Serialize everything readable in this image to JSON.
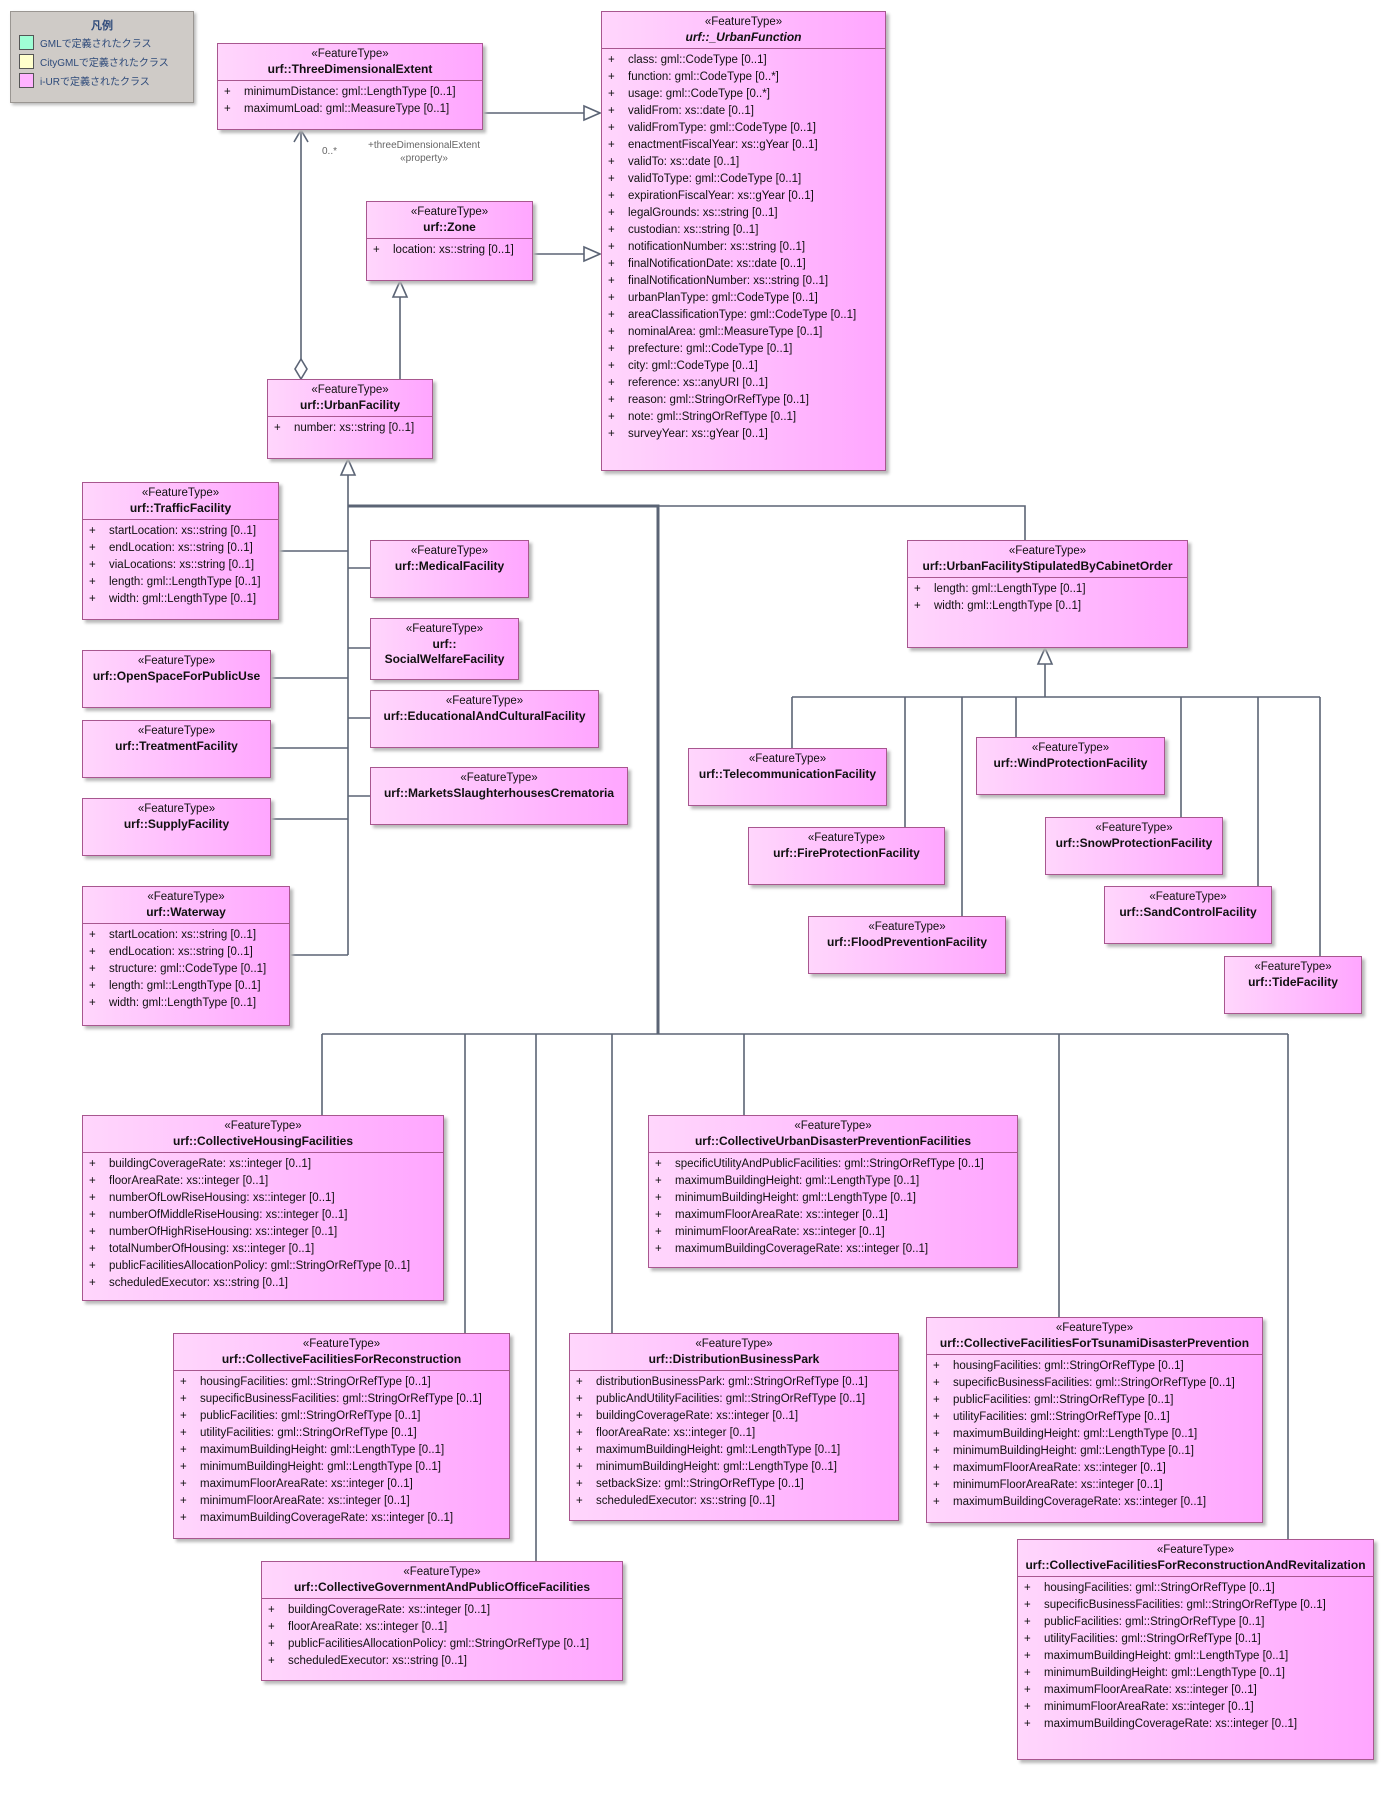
{
  "legend": {
    "title": "凡例",
    "items": [
      {
        "label": "GMLで定義されたクラス",
        "color": "#9fffd5"
      },
      {
        "label": "CityGMLで定義されたクラス",
        "color": "#ffffcc"
      },
      {
        "label": "i-URで定義されたクラス",
        "color": "#ffb3ff"
      }
    ]
  },
  "colors": {
    "class_fill_left": "#ffd6fc",
    "class_fill_right": "#ffa6ff",
    "class_border": "#a8578f",
    "connector": "#5b6475"
  },
  "stereotype": "«FeatureType»",
  "labels": {
    "multiplicity": "0..*",
    "role": "+threeDimensionalExtent",
    "role_stereotype": "«property»"
  },
  "classes": [
    {
      "id": "urbanFunction",
      "name": "urf::_UrbanFunction",
      "abstract": true,
      "attributes": [
        {
          "vis": "+",
          "text": "class: gml::CodeType [0..1]"
        },
        {
          "vis": "+",
          "text": "function: gml::CodeType [0..*]"
        },
        {
          "vis": "+",
          "text": "usage: gml::CodeType [0..*]"
        },
        {
          "vis": "+",
          "text": "validFrom: xs::date [0..1]"
        },
        {
          "vis": "+",
          "text": "validFromType: gml::CodeType [0..1]"
        },
        {
          "vis": "+",
          "text": "enactmentFiscalYear: xs::gYear [0..1]"
        },
        {
          "vis": "+",
          "text": "validTo: xs::date [0..1]"
        },
        {
          "vis": "+",
          "text": "validToType: gml::CodeType [0..1]"
        },
        {
          "vis": "+",
          "text": "expirationFiscalYear: xs::gYear [0..1]"
        },
        {
          "vis": "+",
          "text": "legalGrounds: xs::string [0..1]"
        },
        {
          "vis": "+",
          "text": "custodian: xs::string [0..1]"
        },
        {
          "vis": "+",
          "text": "notificationNumber: xs::string [0..1]"
        },
        {
          "vis": "+",
          "text": "finalNotificationDate: xs::date [0..1]"
        },
        {
          "vis": "+",
          "text": "finalNotificationNumber: xs::string [0..1]"
        },
        {
          "vis": "+",
          "text": "urbanPlanType: gml::CodeType [0..1]"
        },
        {
          "vis": "+",
          "text": "areaClassificationType: gml::CodeType [0..1]"
        },
        {
          "vis": "+",
          "text": "nominalArea: gml::MeasureType [0..1]"
        },
        {
          "vis": "+",
          "text": "prefecture: gml::CodeType [0..1]"
        },
        {
          "vis": "+",
          "text": "city: gml::CodeType [0..1]"
        },
        {
          "vis": "+",
          "text": "reference: xs::anyURI [0..1]"
        },
        {
          "vis": "+",
          "text": "reason: gml::StringOrRefType [0..1]"
        },
        {
          "vis": "+",
          "text": "note: gml::StringOrRefType [0..1]"
        },
        {
          "vis": "+",
          "text": "surveyYear: xs::gYear [0..1]"
        }
      ]
    },
    {
      "id": "threeDim",
      "name": "urf::ThreeDimensionalExtent",
      "attributes": [
        {
          "vis": "+",
          "text": "minimumDistance: gml::LengthType [0..1]"
        },
        {
          "vis": "+",
          "text": "maximumLoad: gml::MeasureType [0..1]"
        }
      ]
    },
    {
      "id": "zone",
      "name": "urf::Zone",
      "attributes": [
        {
          "vis": "+",
          "text": "location: xs::string [0..1]"
        }
      ]
    },
    {
      "id": "urbanFacility",
      "name": "urf::UrbanFacility",
      "attributes": [
        {
          "vis": "+",
          "text": "number: xs::string [0..1]"
        }
      ]
    },
    {
      "id": "traffic",
      "name": "urf::TrafficFacility",
      "attributes": [
        {
          "vis": "+",
          "text": "startLocation: xs::string [0..1]"
        },
        {
          "vis": "+",
          "text": "endLocation: xs::string [0..1]"
        },
        {
          "vis": "+",
          "text": "viaLocations: xs::string [0..1]"
        },
        {
          "vis": "+",
          "text": "length: gml::LengthType [0..1]"
        },
        {
          "vis": "+",
          "text": "width: gml::LengthType [0..1]"
        }
      ]
    },
    {
      "id": "openSpace",
      "name": "urf::OpenSpaceForPublicUse",
      "attributes": []
    },
    {
      "id": "treatment",
      "name": "urf::TreatmentFacility",
      "attributes": []
    },
    {
      "id": "supply",
      "name": "urf::SupplyFacility",
      "attributes": []
    },
    {
      "id": "waterway",
      "name": "urf::Waterway",
      "attributes": [
        {
          "vis": "+",
          "text": "startLocation: xs::string [0..1]"
        },
        {
          "vis": "+",
          "text": "endLocation: xs::string [0..1]"
        },
        {
          "vis": "+",
          "text": "structure: gml::CodeType [0..1]"
        },
        {
          "vis": "+",
          "text": "length: gml::LengthType [0..1]"
        },
        {
          "vis": "+",
          "text": "width: gml::LengthType [0..1]"
        }
      ]
    },
    {
      "id": "medical",
      "name": "urf::MedicalFacility",
      "attributes": []
    },
    {
      "id": "social",
      "name": "urf::SocialWelfareFacility",
      "name_lines": [
        "urf::",
        "SocialWelfareFacility"
      ],
      "attributes": []
    },
    {
      "id": "educational",
      "name": "urf::EducationalAndCulturalFacility",
      "attributes": []
    },
    {
      "id": "markets",
      "name": "urf::MarketsSlaughterhousesCrematoria",
      "attributes": []
    },
    {
      "id": "cabinet",
      "name": "urf::UrbanFacilityStipulatedByCabinetOrder",
      "attributes": [
        {
          "vis": "+",
          "text": "length: gml::LengthType [0..1]"
        },
        {
          "vis": "+",
          "text": "width: gml::LengthType [0..1]"
        }
      ]
    },
    {
      "id": "telecom",
      "name": "urf::TelecommunicationFacility",
      "attributes": []
    },
    {
      "id": "wind",
      "name": "urf::WindProtectionFacility",
      "attributes": []
    },
    {
      "id": "fire",
      "name": "urf::FireProtectionFacility",
      "attributes": []
    },
    {
      "id": "snow",
      "name": "urf::SnowProtectionFacility",
      "attributes": []
    },
    {
      "id": "sand",
      "name": "urf::SandControlFacility",
      "attributes": []
    },
    {
      "id": "flood",
      "name": "urf::FloodPreventionFacility",
      "attributes": []
    },
    {
      "id": "tide",
      "name": "urf::TideFacility",
      "attributes": []
    },
    {
      "id": "housing",
      "name": "urf::CollectiveHousingFacilities",
      "attributes": [
        {
          "vis": "+",
          "text": "buildingCoverageRate: xs::integer [0..1]"
        },
        {
          "vis": "+",
          "text": "floorAreaRate: xs::integer [0..1]"
        },
        {
          "vis": "+",
          "text": "numberOfLowRiseHousing: xs::integer [0..1]"
        },
        {
          "vis": "+",
          "text": "numberOfMiddleRiseHousing: xs::integer [0..1]"
        },
        {
          "vis": "+",
          "text": "numberOfHighRiseHousing: xs::integer [0..1]"
        },
        {
          "vis": "+",
          "text": "totalNumberOfHousing: xs::integer [0..1]"
        },
        {
          "vis": "+",
          "text": "publicFacilitiesAllocationPolicy: gml::StringOrRefType [0..1]"
        },
        {
          "vis": "+",
          "text": "scheduledExecutor: xs::string [0..1]"
        }
      ]
    },
    {
      "id": "disasterPrev",
      "name": "urf::CollectiveUrbanDisasterPreventionFacilities",
      "attributes": [
        {
          "vis": "+",
          "text": "specificUtilityAndPublicFacilities: gml::StringOrRefType [0..1]"
        },
        {
          "vis": "+",
          "text": "maximumBuildingHeight: gml::LengthType [0..1]"
        },
        {
          "vis": "+",
          "text": "minimumBuildingHeight: gml::LengthType [0..1]"
        },
        {
          "vis": "+",
          "text": "maximumFloorAreaRate: xs::integer [0..1]"
        },
        {
          "vis": "+",
          "text": "minimumFloorAreaRate: xs::integer [0..1]"
        },
        {
          "vis": "+",
          "text": "maximumBuildingCoverageRate: xs::integer [0..1]"
        }
      ]
    },
    {
      "id": "reconstruction",
      "name": "urf::CollectiveFacilitiesForReconstruction",
      "attributes": [
        {
          "vis": "+",
          "text": "housingFacilities: gml::StringOrRefType [0..1]"
        },
        {
          "vis": "+",
          "text": "supecificBusinessFacilities: gml::StringOrRefType [0..1]"
        },
        {
          "vis": "+",
          "text": "publicFacilities: gml::StringOrRefType [0..1]"
        },
        {
          "vis": "+",
          "text": "utilityFacilities: gml::StringOrRefType [0..1]"
        },
        {
          "vis": "+",
          "text": "maximumBuildingHeight: gml::LengthType [0..1]"
        },
        {
          "vis": "+",
          "text": "minimumBuildingHeight: gml::LengthType [0..1]"
        },
        {
          "vis": "+",
          "text": "maximumFloorAreaRate: xs::integer [0..1]"
        },
        {
          "vis": "+",
          "text": "minimumFloorAreaRate: xs::integer [0..1]"
        },
        {
          "vis": "+",
          "text": "maximumBuildingCoverageRate: xs::integer [0..1]"
        }
      ]
    },
    {
      "id": "distribution",
      "name": "urf::DistributionBusinessPark",
      "attributes": [
        {
          "vis": "+",
          "text": "distributionBusinessPark: gml::StringOrRefType [0..1]"
        },
        {
          "vis": "+",
          "text": "publicAndUtilityFacilities: gml::StringOrRefType [0..1]"
        },
        {
          "vis": "+",
          "text": "buildingCoverageRate: xs::integer [0..1]"
        },
        {
          "vis": "+",
          "text": "floorAreaRate: xs::integer [0..1]"
        },
        {
          "vis": "+",
          "text": "maximumBuildingHeight: gml::LengthType [0..1]"
        },
        {
          "vis": "+",
          "text": "minimumBuildingHeight: gml::LengthType [0..1]"
        },
        {
          "vis": "+",
          "text": "setbackSize: gml::StringOrRefType [0..1]"
        },
        {
          "vis": "+",
          "text": "scheduledExecutor: xs::string [0..1]"
        }
      ]
    },
    {
      "id": "tsunami",
      "name": "urf::CollectiveFacilitiesForTsunamiDisasterPrevention",
      "attributes": [
        {
          "vis": "+",
          "text": "housingFacilities: gml::StringOrRefType [0..1]"
        },
        {
          "vis": "+",
          "text": "supecificBusinessFacilities: gml::StringOrRefType [0..1]"
        },
        {
          "vis": "+",
          "text": "publicFacilities: gml::StringOrRefType [0..1]"
        },
        {
          "vis": "+",
          "text": "utilityFacilities: gml::StringOrRefType [0..1]"
        },
        {
          "vis": "+",
          "text": "maximumBuildingHeight: gml::LengthType [0..1]"
        },
        {
          "vis": "+",
          "text": "minimumBuildingHeight: gml::LengthType [0..1]"
        },
        {
          "vis": "+",
          "text": "maximumFloorAreaRate: xs::integer [0..1]"
        },
        {
          "vis": "+",
          "text": "minimumFloorAreaRate: xs::integer [0..1]"
        },
        {
          "vis": "+",
          "text": "maximumBuildingCoverageRate: xs::integer [0..1]"
        }
      ]
    },
    {
      "id": "government",
      "name": "urf::CollectiveGovernmentAndPublicOfficeFacilities",
      "attributes": [
        {
          "vis": "+",
          "text": "buildingCoverageRate: xs::integer [0..1]"
        },
        {
          "vis": "+",
          "text": "floorAreaRate: xs::integer [0..1]"
        },
        {
          "vis": "+",
          "text": "publicFacilitiesAllocationPolicy: gml::StringOrRefType [0..1]"
        },
        {
          "vis": "+",
          "text": "scheduledExecutor: xs::string [0..1]"
        }
      ]
    },
    {
      "id": "revitalization",
      "name": "urf::CollectiveFacilitiesForReconstructionAndRevitalization",
      "attributes": [
        {
          "vis": "+",
          "text": "housingFacilities: gml::StringOrRefType [0..1]"
        },
        {
          "vis": "+",
          "text": "supecificBusinessFacilities: gml::StringOrRefType [0..1]"
        },
        {
          "vis": "+",
          "text": "publicFacilities: gml::StringOrRefType [0..1]"
        },
        {
          "vis": "+",
          "text": "utilityFacilities: gml::StringOrRefType [0..1]"
        },
        {
          "vis": "+",
          "text": "maximumBuildingHeight: gml::LengthType [0..1]"
        },
        {
          "vis": "+",
          "text": "minimumBuildingHeight: gml::LengthType [0..1]"
        },
        {
          "vis": "+",
          "text": "maximumFloorAreaRate: xs::integer [0..1]"
        },
        {
          "vis": "+",
          "text": "minimumFloorAreaRate: xs::integer [0..1]"
        },
        {
          "vis": "+",
          "text": "maximumBuildingCoverageRate: xs::integer [0..1]"
        }
      ]
    }
  ]
}
